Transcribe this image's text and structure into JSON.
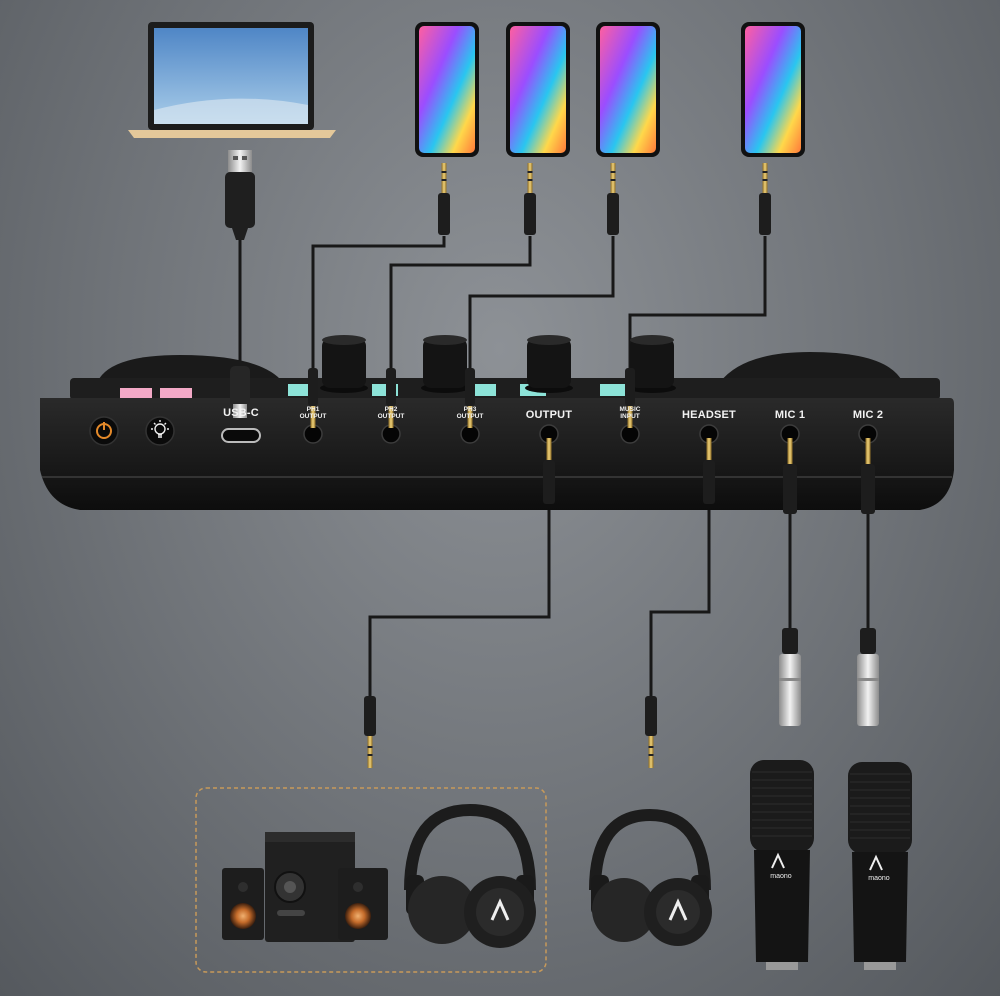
{
  "ports": {
    "usb_c": "USB-C",
    "ph1_output": "PH1\nOUTPUT",
    "ph2_output": "PH2\nOUTPUT",
    "ph3_output": "PH3\nOUTPUT",
    "output": "OUTPUT",
    "music_input": "MUSIC\nINPUT",
    "headset": "HEADSET",
    "mic1": "MIC 1",
    "mic2": "MIC 2"
  },
  "brand": {
    "mic_logo": "maono"
  },
  "colors": {
    "background": "#6f7378",
    "device_body": "#161616",
    "accent_pink": "#f3a9c7",
    "accent_mint": "#8de3d8",
    "power_orange": "#e58a2a",
    "cable": "#1a1a1a",
    "plug_gold": "#c9a24a",
    "dashed_frame": "#c89a5a"
  },
  "icons": [
    "laptop-icon",
    "phone-icon",
    "usb-a-plug-icon",
    "usb-c-plug-icon",
    "trrs-plug-icon",
    "xlr-plug-icon",
    "power-icon",
    "light-bulb-icon",
    "speaker-system-icon",
    "headphones-icon",
    "condenser-mic-icon"
  ]
}
